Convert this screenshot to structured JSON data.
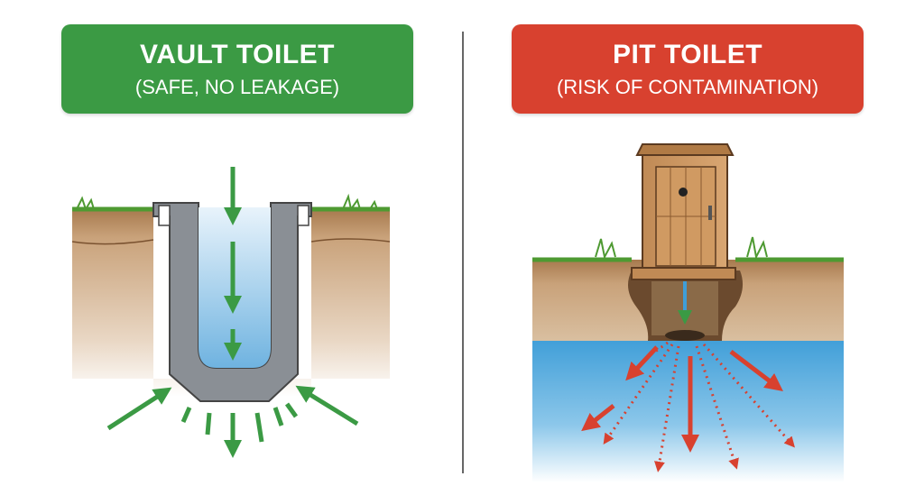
{
  "left_panel": {
    "title": "VAULT TOILET",
    "subtitle": "(SAFE, NO LEAKAGE)",
    "color": "#3b9a44"
  },
  "right_panel": {
    "title": "PIT TOILET",
    "subtitle": "(RISK OF CONTAMINATION)",
    "color": "#d8412f"
  },
  "icons": [
    "vault-diagram",
    "outhouse-diagram",
    "green-arrow",
    "red-dotted-arrow"
  ]
}
